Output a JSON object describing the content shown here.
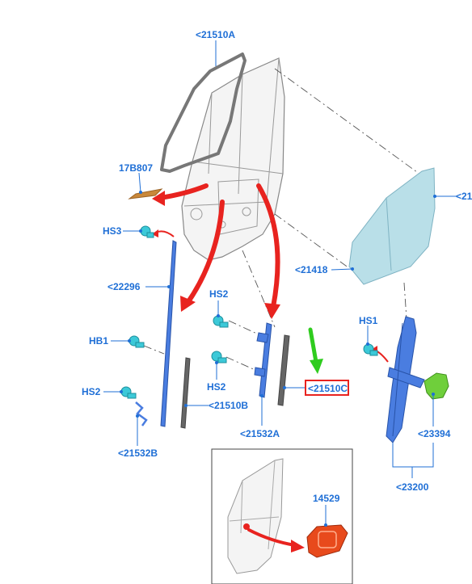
{
  "labels": {
    "window_seal": "<21510A",
    "insulator": "17B807",
    "glass_cut": "<21",
    "screw_hs3": "HS3",
    "channel_rear": "<22296",
    "screw_hs2_top": "HS2",
    "clip_hb1": "HB1",
    "screw_hs2_mid": "HS2",
    "screw_hs2_left": "HS2",
    "strip_b": "<21510B",
    "bracket_b": "<21532B",
    "channel_a": "<21532A",
    "strip_c": "<21510C",
    "glass": "<21418",
    "screw_hs1": "HS1",
    "motor": "<23394",
    "regulator": "<23200",
    "inset_part": "14529"
  },
  "highlight": {
    "target": "strip_c",
    "box_color": "#e8231f",
    "indicator_arrow_color": "#2fcc1e"
  },
  "colors": {
    "label_blue": "#1f6fd6",
    "arrow_red": "#e8231f",
    "glass_fill": "#b9dfe8",
    "part_blue": "#4a7de0",
    "clip_cyan": "#3cc9d8",
    "insulator_orange": "#c9883a",
    "motor_green": "#6fcf3b",
    "inset_part_red": "#e84a1c"
  }
}
